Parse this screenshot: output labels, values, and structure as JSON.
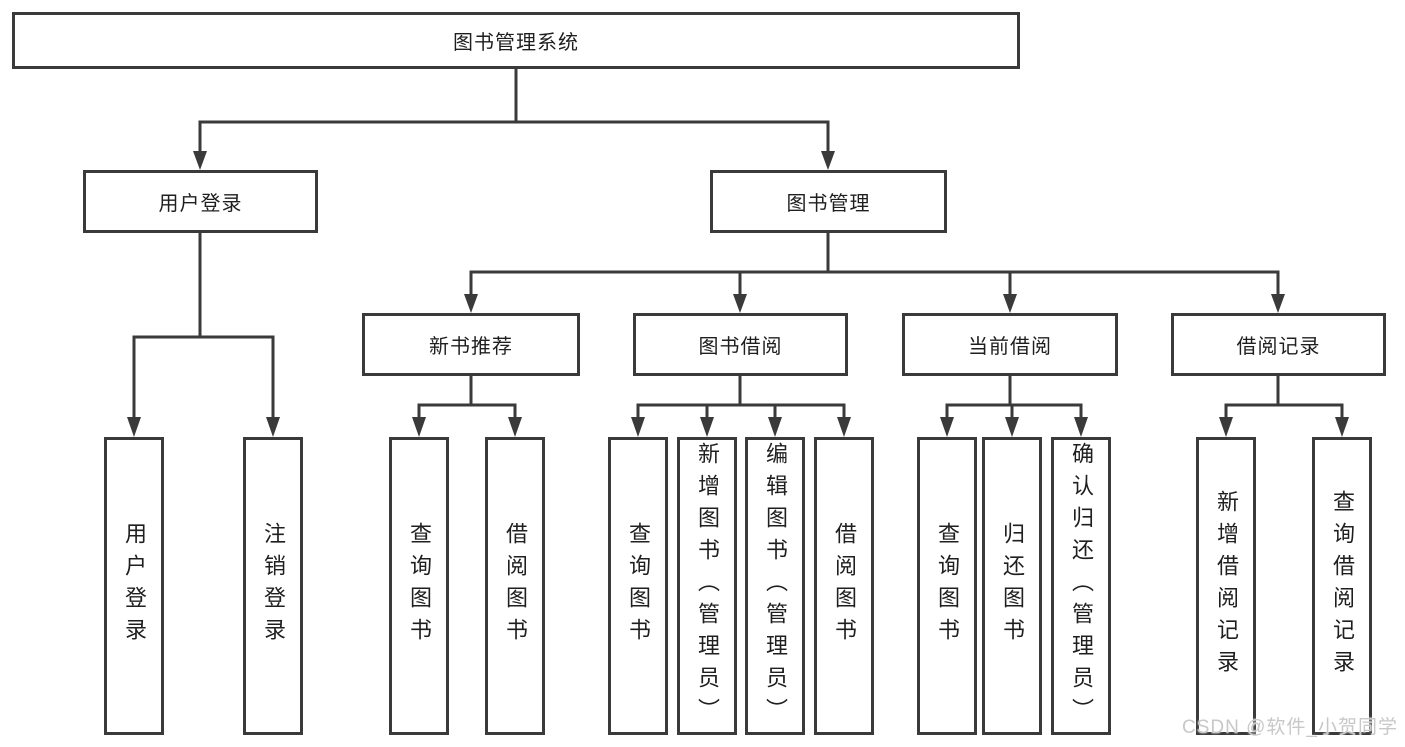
{
  "diagram": {
    "root_label": "图书管理系统",
    "branch_user_login": {
      "label": "用户登录",
      "leaves": [
        "用户登录",
        "注销登录"
      ]
    },
    "branch_book_mgmt": {
      "label": "图书管理",
      "groups": [
        {
          "label": "新书推荐",
          "leaves": [
            "查询图书",
            "借阅图书"
          ]
        },
        {
          "label": "图书借阅",
          "leaves": [
            "查询图书",
            "新增图书（管理员）",
            "编辑图书（管理员）",
            "借阅图书"
          ]
        },
        {
          "label": "当前借阅",
          "leaves": [
            "查询图书",
            "归还图书",
            "确认归还（管理员）"
          ]
        },
        {
          "label": "借阅记录",
          "leaves": [
            "新增借阅记录",
            "查询借阅记录"
          ]
        }
      ]
    }
  },
  "watermark": "CSDN @软件_小贺同学",
  "colors": {
    "line": "#3a3a3a",
    "text": "#1f1f1f",
    "watermark": "#c8c8c8",
    "background": "#ffffff"
  }
}
